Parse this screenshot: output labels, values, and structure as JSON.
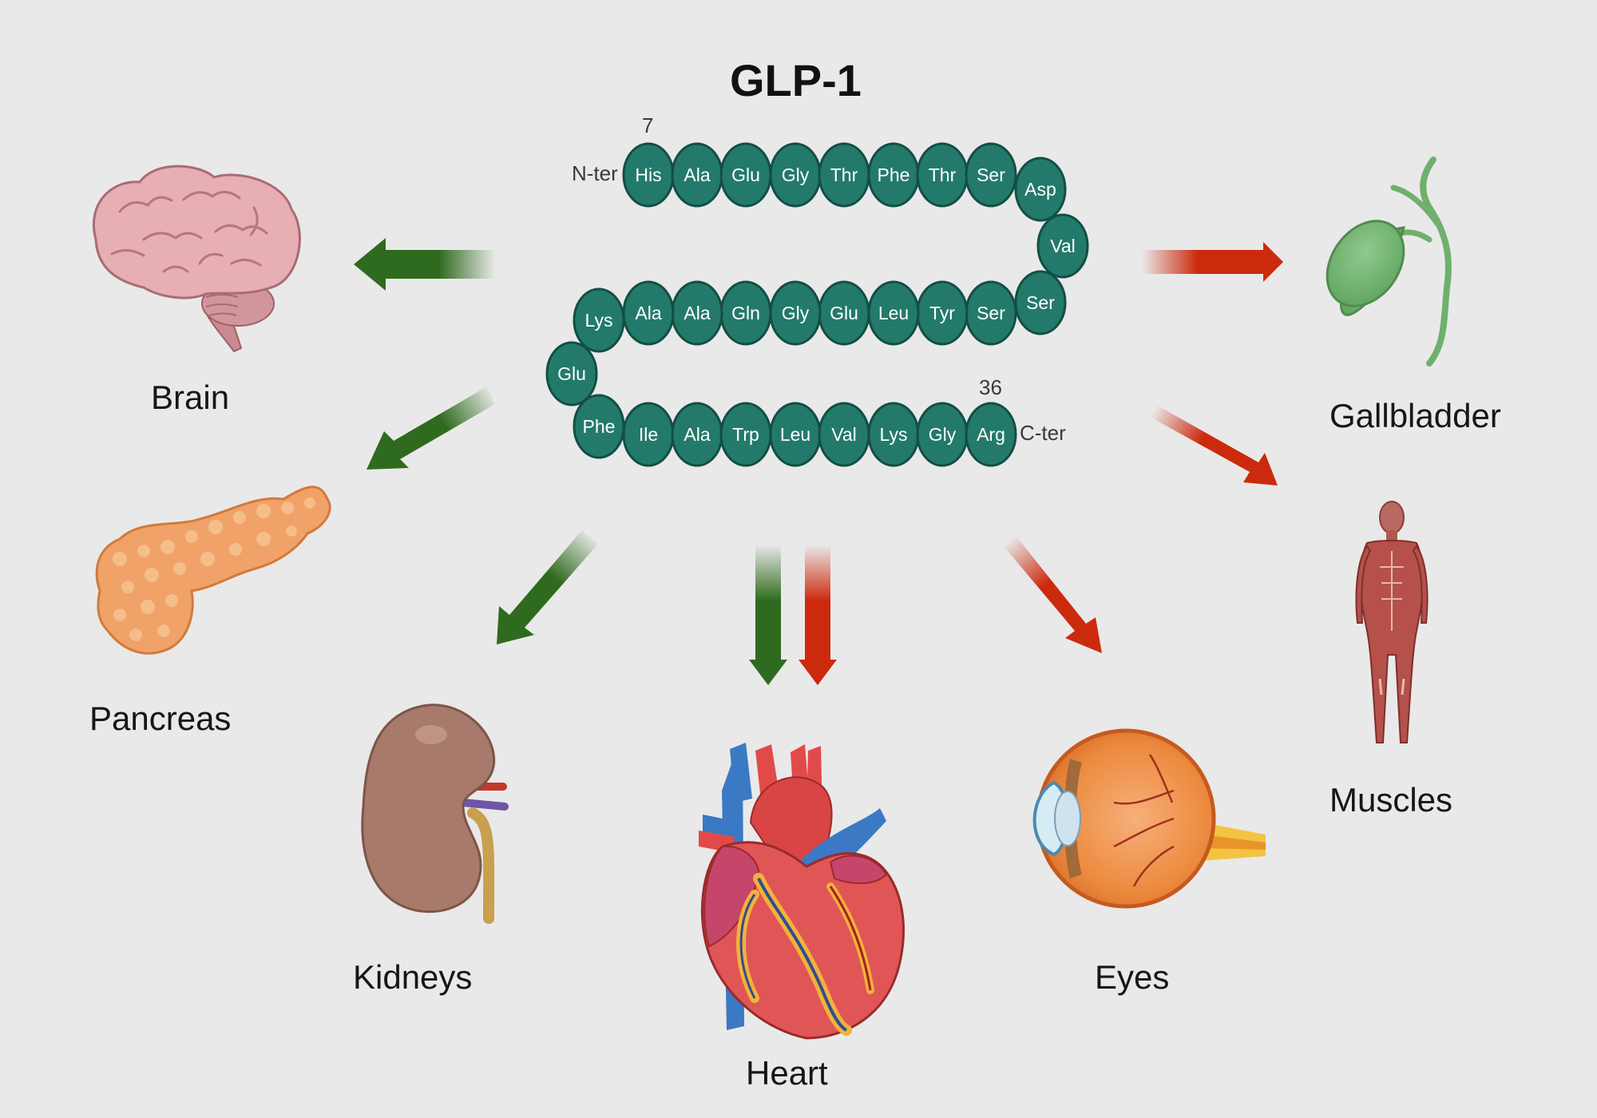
{
  "title": "GLP-1",
  "peptide": {
    "start_number": "7",
    "end_number": "36",
    "n_terminus": "N-ter",
    "c_terminus": "C-ter",
    "residues": [
      "His",
      "Ala",
      "Glu",
      "Gly",
      "Thr",
      "Phe",
      "Thr",
      "Ser",
      "Asp",
      "Val",
      "Ser",
      "Ser",
      "Tyr",
      "Leu",
      "Glu",
      "Gly",
      "Gln",
      "Ala",
      "Ala",
      "Lys",
      "Glu",
      "Phe",
      "Ile",
      "Ala",
      "Trp",
      "Leu",
      "Val",
      "Lys",
      "Gly",
      "Arg"
    ],
    "bead_color": "#237a6a",
    "bead_stroke": "#134e44"
  },
  "organs": {
    "brain": "Brain",
    "pancreas": "Pancreas",
    "kidneys": "Kidneys",
    "heart": "Heart",
    "eyes": "Eyes",
    "gallbladder": "Gallbladder",
    "muscles": "Muscles"
  },
  "colors": {
    "background": "#e9e9e9",
    "green_arrow": "#2f6b1e",
    "red_arrow": "#cc2a0d"
  }
}
